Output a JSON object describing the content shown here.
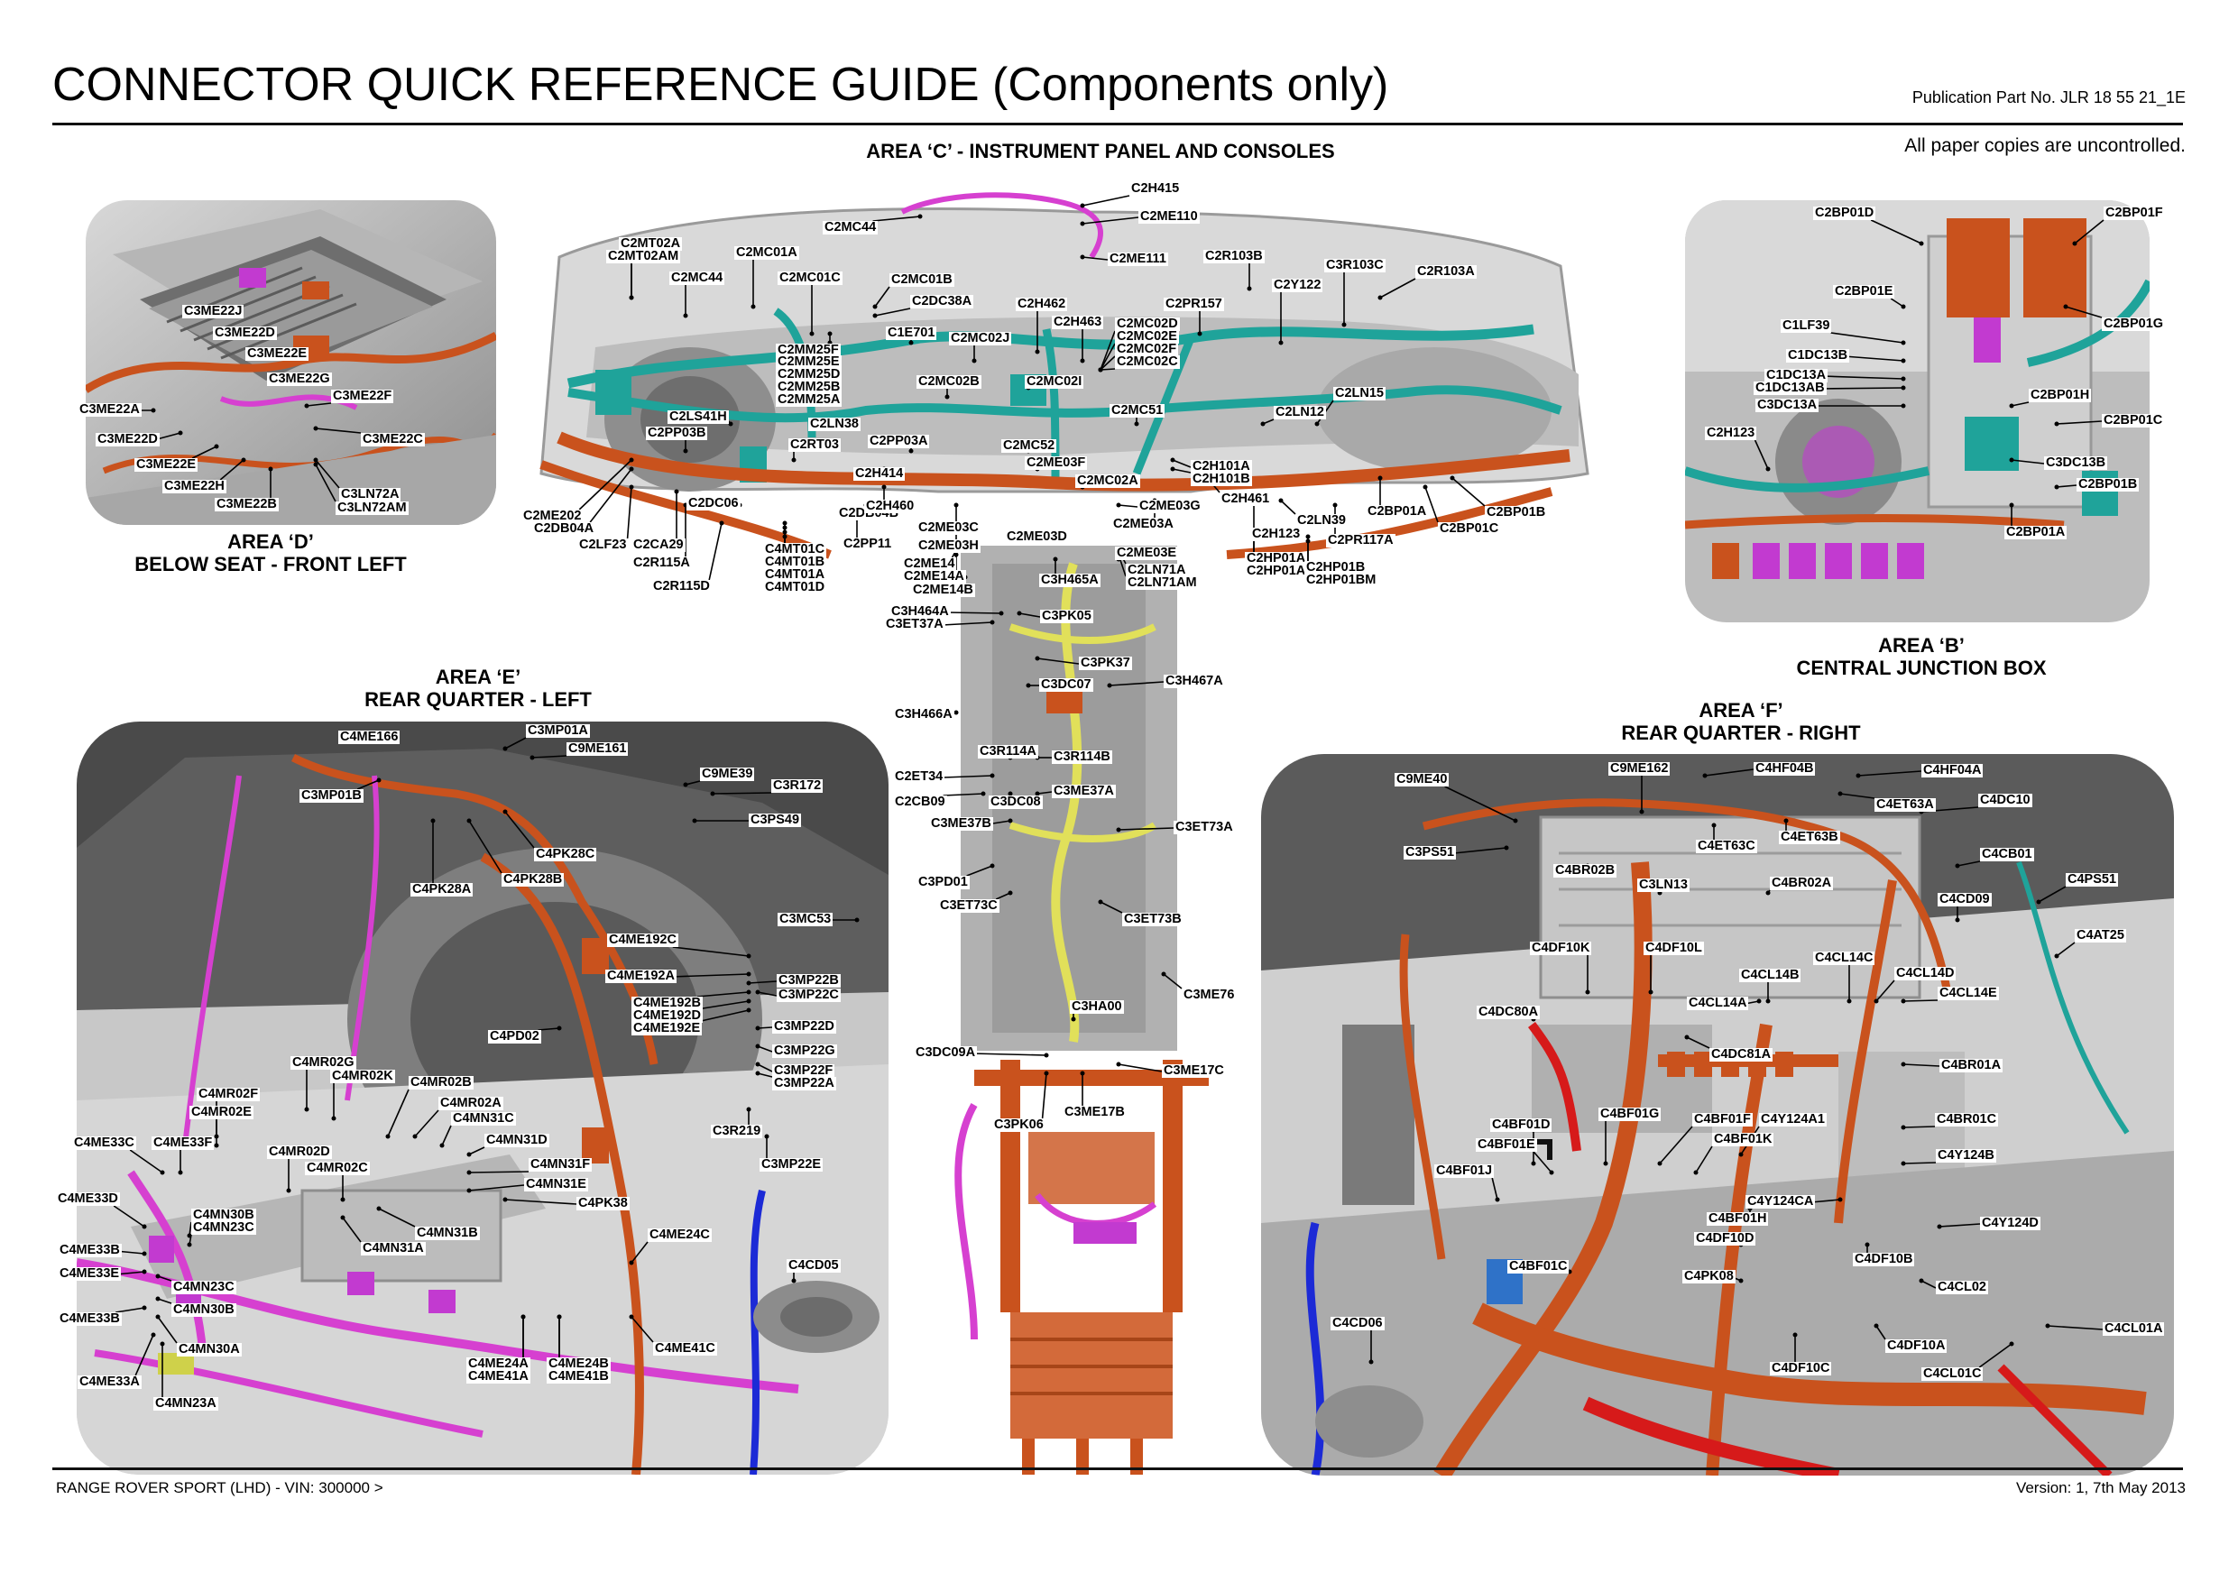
{
  "header": {
    "title": "CONNECTOR QUICK REFERENCE GUIDE  (Components only)",
    "publication": "Publication Part No. JLR 18 55 21_1E",
    "uncontrolled": "All paper copies are uncontrolled."
  },
  "footer": {
    "vehicle": "RANGE ROVER SPORT (LHD) - VIN: 300000 >",
    "version": "Version: 1, 7th May 2013"
  },
  "colors": {
    "harness_teal": "#1fa39a",
    "harness_orange": "#c9521d",
    "harness_magenta": "#d640d0",
    "harness_yellow": "#e1e05a",
    "harness_blue": "#1c2ad6",
    "harness_red": "#d61a1a"
  },
  "areas": {
    "c": {
      "title": "AREA ‘C’ - INSTRUMENT PANEL AND CONSOLES",
      "labels": [
        "C2H415",
        "C2ME110",
        "C2MC44",
        "C2ME111",
        "C2R103B",
        "C3R103C",
        "C2R103A",
        "C2MT02A",
        "C2MT02AM",
        "C2MC01A",
        "C2MC44",
        "C2MC01C",
        "C2MC01B",
        "C2DC38A",
        "C2H462",
        "C2Y122",
        "C2PR157",
        "C2H463",
        "C2MC02D",
        "C2MC02E",
        "C2MC02F",
        "C2MC02C",
        "C2MM25F",
        "C2MM25E",
        "C2MM25D",
        "C2MM25B",
        "C2MM25A",
        "C1E701",
        "C2MC02J",
        "C2MC02B",
        "C2MC02I",
        "C2LS41H",
        "C2LN38",
        "C2LN15",
        "C2PP03B",
        "C2PP03A",
        "C2RT03",
        "C2MC51",
        "C2LN12",
        "C2MC52",
        "C2ME03F",
        "C2H414",
        "C2MC02A",
        "C2H101A",
        "C2H101B",
        "C2DC06",
        "C2H461",
        "C2ME202",
        "C2DB04A",
        "C2LF23",
        "C2CA29",
        "C2DB04B",
        "C2H460",
        "C2ME03C",
        "C2ME03G",
        "C2ME03A",
        "C2LN39",
        "C2BP01A",
        "C2BP01B",
        "C2BP01C",
        "C4MT01C",
        "C4MT01B",
        "C4MT01A",
        "C4MT01D",
        "C2PP11",
        "C2ME03H",
        "C2ME03D",
        "C2ME03E",
        "C2H123",
        "C2PR117A",
        "C2R115A",
        "C2R115D",
        "C2ME14",
        "C2ME14A",
        "C2ME14B",
        "C3H465A",
        "C2LN71A",
        "C2LN71AM",
        "C2HP01A",
        "C2HP01AM",
        "C2HP01B",
        "C2HP01BM",
        "C3H464A",
        "C3ET37A",
        "C3PK05",
        "C3PK37",
        "C3H467A",
        "C3DC07",
        "C3H466A",
        "C3R114A",
        "C3R114B",
        "C2ET34",
        "C2CB09",
        "C3DC08",
        "C3ME37A",
        "C3ME37B",
        "C3ET73A",
        "C3PD01",
        "C3ET73C",
        "C3ET73B",
        "C3ME76",
        "C3HA00",
        "C3DC09A",
        "C3ME17C",
        "C3ME17B",
        "C3PK06"
      ]
    },
    "d": {
      "title": "AREA ‘D’",
      "subtitle": "BELOW SEAT - FRONT LEFT",
      "labels": [
        "C3ME22J",
        "C3ME22D",
        "C3ME22E",
        "C3ME22G",
        "C3ME22F",
        "C3ME22A",
        "C3ME22D",
        "C3ME22C",
        "C3ME22E",
        "C3ME22H",
        "C3LN72A",
        "C3ME22B",
        "C3LN72AM"
      ]
    },
    "b": {
      "title": "AREA ‘B’",
      "subtitle": "CENTRAL JUNCTION BOX",
      "labels": [
        "C2BP01D",
        "C2BP01F",
        "C2BP01E",
        "C1LF39",
        "C2BP01G",
        "C1DC13B",
        "C1DC13A",
        "C1DC13AB",
        "C3DC13A",
        "C2BP01H",
        "C2H123",
        "C2BP01C",
        "C3DC13B",
        "C2BP01B",
        "C2BP01A"
      ]
    },
    "e": {
      "title": "AREA ‘E’",
      "subtitle": "REAR QUARTER - LEFT",
      "labels": [
        "C4ME166",
        "C3MP01A",
        "C9ME161",
        "C3MP01B",
        "C9ME39",
        "C3R172",
        "C3PS49",
        "C4PK28C",
        "C4PK28A",
        "C4PK28B",
        "C3MC53",
        "C4ME192C",
        "C4ME192A",
        "C3MP22B",
        "C3MP22C",
        "C4ME192B",
        "C4ME192D",
        "C4ME192E",
        "C3MP22D",
        "C4PD02",
        "C3MP22G",
        "C4MR02G",
        "C3MP22F",
        "C3MP22A",
        "C4MR02K",
        "C4MR02B",
        "C4MR02F",
        "C4MR02A",
        "C4MR02E",
        "C4MN31C",
        "C3R219",
        "C4ME33C",
        "C4ME33F",
        "C4MN31D",
        "C4MR02D",
        "C4MN31F",
        "C3MP22E",
        "C4MR02C",
        "C4MN31E",
        "C4ME33D",
        "C4MN30B",
        "C4PK38",
        "C4MN23C",
        "C4MN31B",
        "C4ME24C",
        "C4ME33B",
        "C4MN31A",
        "C4ME33E",
        "C4MN23C",
        "C4MN30B",
        "C4ME33B",
        "C4MN30A",
        "C4ME24A",
        "C4ME24B",
        "C4ME41C",
        "C4ME41A",
        "C4ME41B",
        "C4ME33A",
        "C4MN23A",
        "C4CD05"
      ]
    },
    "f": {
      "title": "AREA ‘F’",
      "subtitle": "REAR QUARTER - RIGHT",
      "labels": [
        "C9ME40",
        "C9ME162",
        "C4HF04B",
        "C4HF04A",
        "C4ET63A",
        "C4DC10",
        "C3PS51",
        "C4ET63C",
        "C4ET63B",
        "C4CB01",
        "C4BR02B",
        "C3LN13",
        "C4BR02A",
        "C4PS51",
        "C4CD09",
        "C4DF10K",
        "C4DF10L",
        "C4AT25",
        "C4CL14C",
        "C4CL14B",
        "C4CL14D",
        "C4DC80A",
        "C4CL14A",
        "C4CL14E",
        "C4DC81A",
        "C4BR01A",
        "C4BF01D",
        "C4BF01G",
        "C4BF01F",
        "C4Y124A1",
        "C4BR01C",
        "C4BF01E",
        "C4BF01K",
        "C4Y124B",
        "C4BF01J",
        "C4Y124CA",
        "C4Y124D",
        "C4BF01H",
        "C4DF10D",
        "C4BF01C",
        "C4PK08",
        "C4DF10B",
        "C4CL02",
        "C4CD06",
        "C4CL01A",
        "C4DF10A",
        "C4DF10C",
        "C4CL01C"
      ]
    }
  }
}
